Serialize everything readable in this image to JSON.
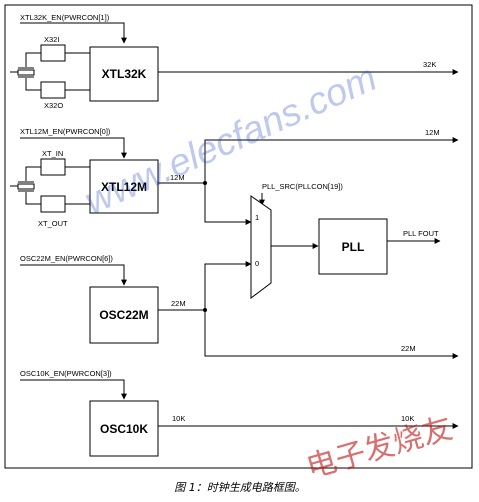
{
  "enables": {
    "xtl32k": "XTL32K_EN(PWRCON[1])",
    "xtl12m": "XTL12M_EN(PWRCON[0])",
    "osc22m": "OSC22M_EN(PWRCON[6])",
    "osc10k": "OSC10K_EN(PWRCON[3])",
    "pll_src": "PLL_SRC(PLLCON[19])"
  },
  "blocks": {
    "xtl32k": "XTL32K",
    "xtl12m": "XTL12M",
    "osc22m": "OSC22M",
    "osc10k": "OSC10K",
    "pll": "PLL"
  },
  "pins": {
    "x32i": "X32I",
    "x32o": "X32O",
    "xt_in": "XT_IN",
    "xt_out": "XT_OUT"
  },
  "mux": {
    "in1": "1",
    "in0": "0"
  },
  "signals": {
    "s32k": "32K",
    "s12m_top": "12M",
    "s12m_node": "12M",
    "pll_fout": "PLL FOUT",
    "s22m_node": "22M",
    "s22m_out": "22M",
    "s10k_node": "10K",
    "s10k_out": "10K"
  },
  "watermarks": {
    "site": "www.elecfans.com",
    "brand": "电子发烧友"
  },
  "caption": "图 1：时钟生成电路框图。"
}
